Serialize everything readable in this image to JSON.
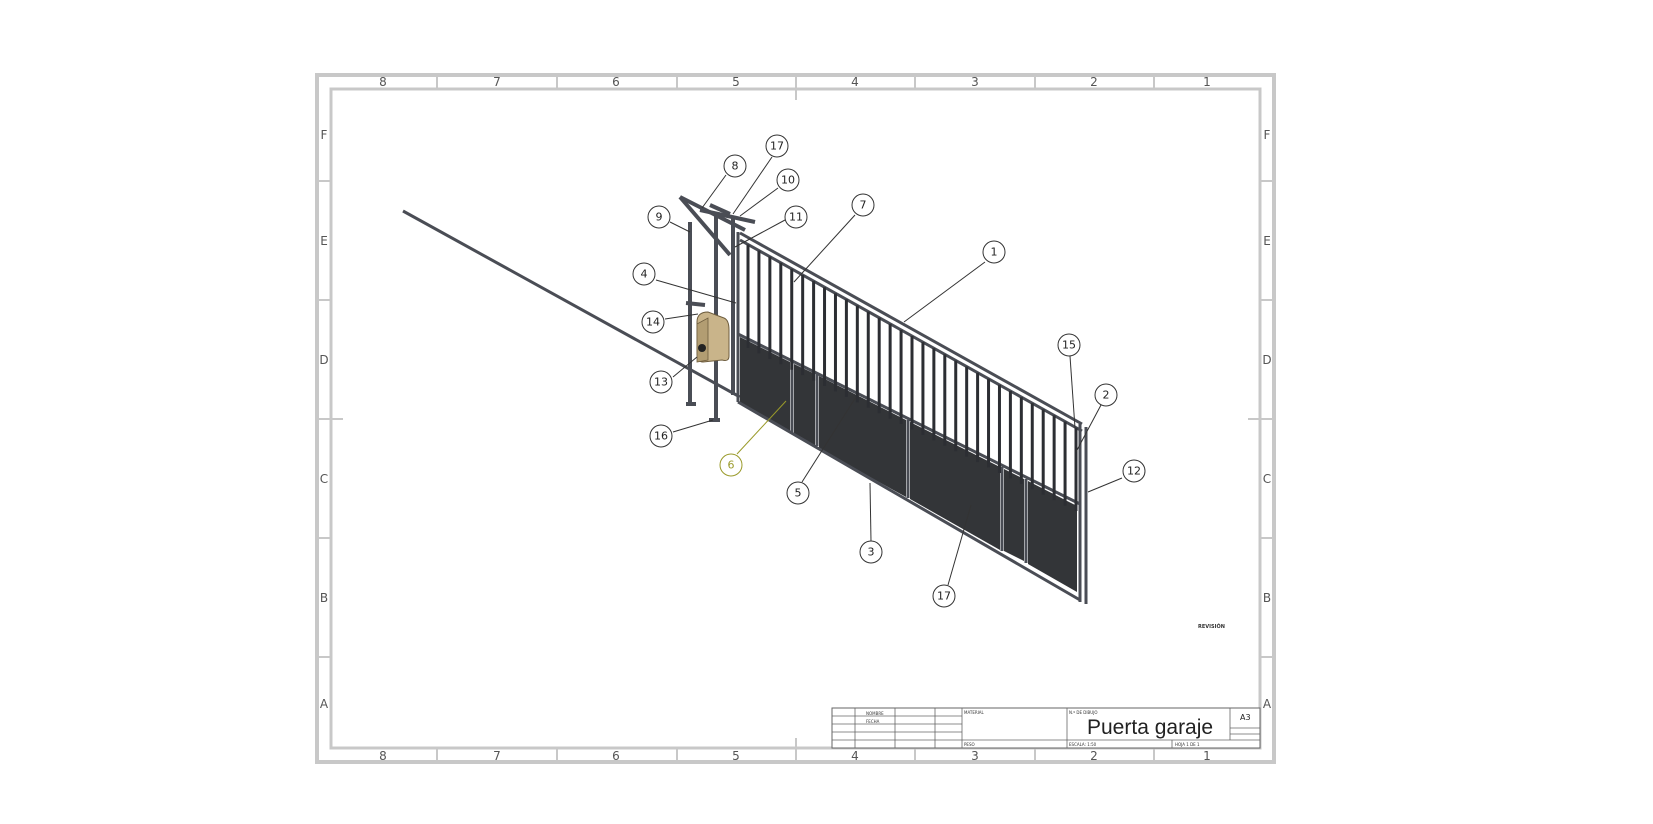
{
  "drawing": {
    "title": "Puerta garaje",
    "sheet_size": "A3",
    "revision_label": "REVISIÓN"
  },
  "zones": {
    "columns": [
      "8",
      "7",
      "6",
      "5",
      "4",
      "3",
      "2",
      "1"
    ],
    "rows": [
      "F",
      "E",
      "D",
      "C",
      "B",
      "A"
    ]
  },
  "title_block": {
    "drawn_label": "NOMBRE",
    "date_label": "FECHA",
    "material_label": "MATERIAL",
    "drawing_number_label": "N.º DE DIBUJO",
    "weight_label": "PESO",
    "scale_label": "ESCALA: 1:50",
    "sheet_label": "HOJA 1 DE 1"
  },
  "balloons": [
    {
      "id": "balloon-1",
      "label": "1"
    },
    {
      "id": "balloon-2",
      "label": "2"
    },
    {
      "id": "balloon-3",
      "label": "3"
    },
    {
      "id": "balloon-4",
      "label": "4"
    },
    {
      "id": "balloon-5",
      "label": "5"
    },
    {
      "id": "balloon-6",
      "label": "6",
      "selected": true
    },
    {
      "id": "balloon-7",
      "label": "7"
    },
    {
      "id": "balloon-8",
      "label": "8"
    },
    {
      "id": "balloon-9",
      "label": "9"
    },
    {
      "id": "balloon-10",
      "label": "10"
    },
    {
      "id": "balloon-11",
      "label": "11"
    },
    {
      "id": "balloon-12",
      "label": "12"
    },
    {
      "id": "balloon-13",
      "label": "13"
    },
    {
      "id": "balloon-14",
      "label": "14"
    },
    {
      "id": "balloon-15",
      "label": "15"
    },
    {
      "id": "balloon-16",
      "label": "16"
    },
    {
      "id": "balloon-17a",
      "label": "17"
    },
    {
      "id": "balloon-17b",
      "label": "17"
    }
  ],
  "colors": {
    "frame": "#c8c8c8",
    "steel": "#4a4d55",
    "panel": "#333538",
    "motor": "#c9b48a",
    "selected": "#9a9a2a"
  }
}
